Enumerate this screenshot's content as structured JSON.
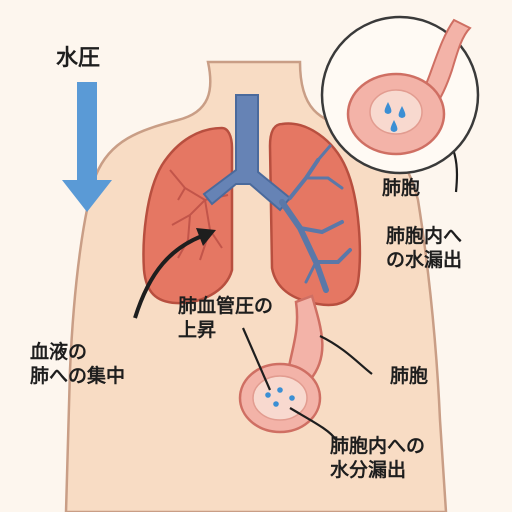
{
  "labels": {
    "water_pressure": "水圧",
    "alveolus_top": "肺胞",
    "leak_top_line1": "肺胞内へ",
    "leak_top_line2": "の水漏出",
    "pulmonary_pressure_line1": "肺血管圧の",
    "pulmonary_pressure_line2": "上昇",
    "blood_line1": "血液の",
    "blood_line2": "肺への集中",
    "alveolus_bottom": "肺胞",
    "leak_bottom_line1": "肺胞内への",
    "leak_bottom_line2": "水分漏出"
  },
  "colors": {
    "background": "#fdf6ee",
    "skin": "#f8dcc4",
    "lung": "#e57763",
    "vessel": "#5b78a8",
    "arrow_blue": "#5a9ad6",
    "alveolus_wall": "#e98b80",
    "water_drop": "#3b8fd4"
  }
}
